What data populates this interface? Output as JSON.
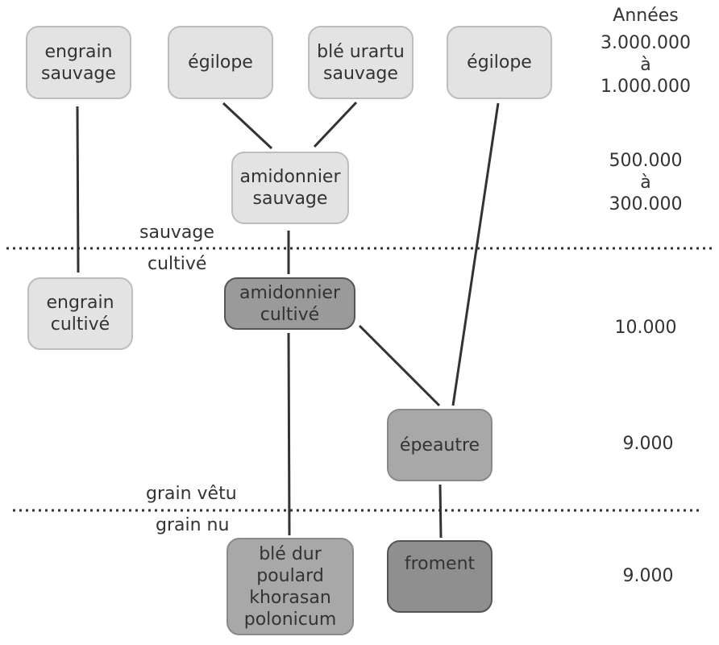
{
  "years": {
    "header": "Années",
    "row1": "3.000.000\nà\n1.000.000",
    "row2": "500.000\nà\n300.000",
    "row3": "10.000",
    "row4": "9.000",
    "row5": "9.000"
  },
  "divider_labels": {
    "sauvage": "sauvage",
    "cultive": "cultivé",
    "grain_vetu": "grain vêtu",
    "grain_nu": "grain nu"
  },
  "nodes": {
    "engrain_sauvage": "engrain\nsauvage",
    "egilope_1": "égilope",
    "ble_urartu": "blé urartu\nsauvage",
    "egilope_2": "égilope",
    "amidonnier_sauvage": "amidonnier\nsauvage",
    "engrain_cultive": "engrain\ncultivé",
    "amidonnier_cultive": "amidonnier\ncultivé",
    "epeautre": "épeautre",
    "ble_dur": "blé dur\npoulard\nkhorasan\npolonicum",
    "froment": "froment"
  },
  "colors": {
    "light_fill": "#e3e3e3",
    "mid_fill": "#a8a8a8",
    "dark_fill": "#8f8f8f",
    "line": "#333333"
  }
}
